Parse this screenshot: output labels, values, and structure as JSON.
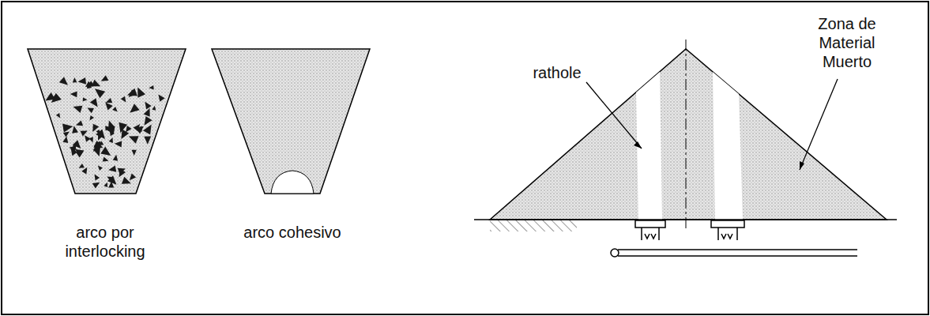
{
  "diagram": {
    "labels": [
      "arco por interlocking",
      "arco cohesivo",
      "rathole",
      "Zona de Material Muerto"
    ]
  }
}
